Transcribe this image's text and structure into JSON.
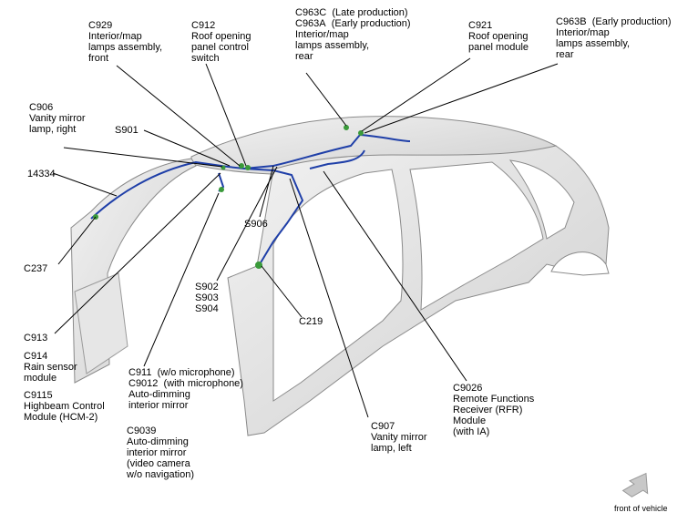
{
  "labels": {
    "c929": {
      "code": "C929",
      "lines": [
        "Interior/map",
        "lamps assembly,",
        "front"
      ]
    },
    "c912": {
      "code": "C912",
      "lines": [
        "Roof opening",
        "panel control",
        "switch"
      ]
    },
    "c963c": {
      "code": "C963C",
      "note": "(Late production)"
    },
    "c963a": {
      "code": "C963A",
      "note": "(Early production)",
      "lines": [
        "Interior/map",
        "lamps assembly,",
        "rear"
      ]
    },
    "c921": {
      "code": "C921",
      "lines": [
        "Roof opening",
        "panel module"
      ]
    },
    "c963b": {
      "code": "C963B",
      "note": "(Early production)",
      "lines": [
        "Interior/map",
        "lamps assembly,",
        "rear"
      ]
    },
    "c906": {
      "code": "C906",
      "lines": [
        "Vanity mirror",
        "lamp, right"
      ]
    },
    "s901": {
      "code": "S901"
    },
    "p14334": {
      "code": "14334"
    },
    "s906": {
      "code": "S906"
    },
    "c237": {
      "code": "C237"
    },
    "s902": {
      "lines": [
        "S902",
        "S903",
        "S904"
      ]
    },
    "c219": {
      "code": "C219"
    },
    "c913": {
      "code": "C913"
    },
    "c914": {
      "code": "C914",
      "lines": [
        "Rain sensor",
        "module"
      ]
    },
    "c9115": {
      "code": "C9115",
      "lines": [
        "Highbeam Control",
        "Module (HCM-2)"
      ]
    },
    "c911": {
      "code": "C911",
      "note": "(w/o microphone)"
    },
    "c9012": {
      "code": "C9012",
      "note": "(with microphone)",
      "lines": [
        "Auto-dimming",
        "interior mirror"
      ]
    },
    "c9039": {
      "code": "C9039",
      "lines": [
        "Auto-dimming",
        "interior mirror",
        "(video camera",
        "w/o navigation)"
      ]
    },
    "c907": {
      "code": "C907",
      "lines": [
        "Vanity mirror",
        "lamp, left"
      ]
    },
    "c9026": {
      "code": "C9026",
      "lines": [
        "Remote Functions",
        "Receiver (RFR)",
        "Module",
        "(with IA)"
      ]
    },
    "front_of_vehicle": "front of vehicle"
  },
  "colors": {
    "body_fill": "#dcdcdc",
    "body_edge": "#8a8a8a",
    "harness": "#1f3fa8",
    "connector": "#3a9a3a",
    "leader": "#000000",
    "arrow": "#c8c8c8"
  },
  "icons": [
    "front-of-vehicle-arrow-icon"
  ]
}
